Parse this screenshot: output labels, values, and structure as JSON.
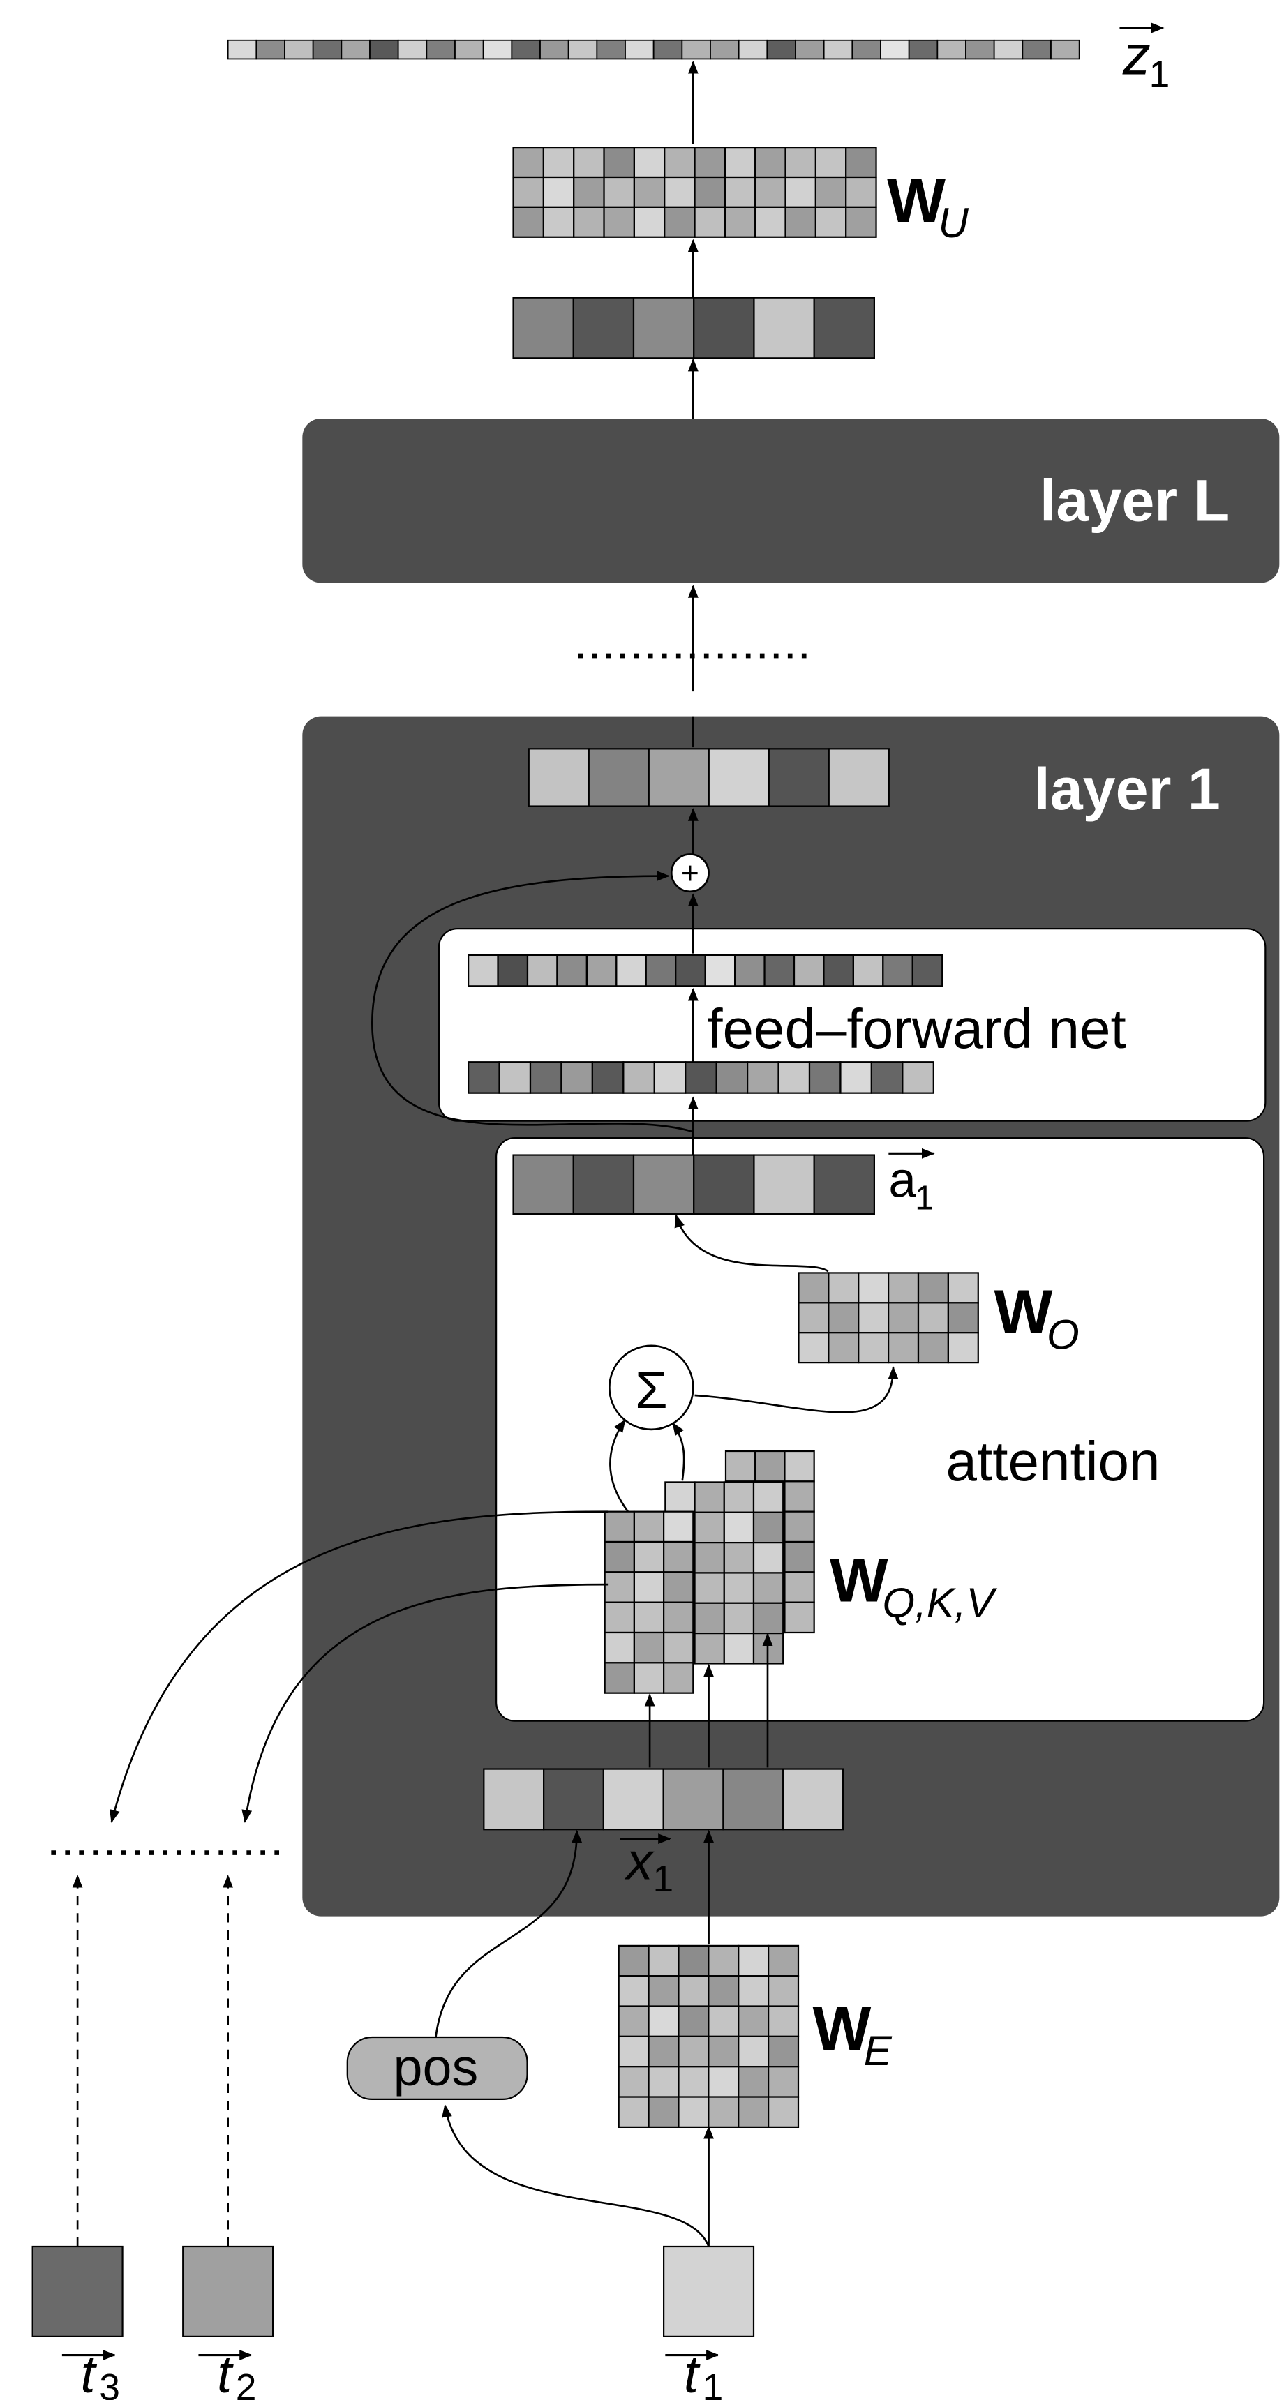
{
  "labels": {
    "output": "z",
    "output_sub": "1",
    "unembed_matrix": "W",
    "unembed_sub": "U",
    "layer_last": "layer L",
    "layer_first": "layer 1",
    "plus": "+",
    "ffn": "feed–forward net",
    "attn_out": "a",
    "attn_out_sub": "1",
    "out_matrix": "W",
    "out_sub": "O",
    "sigma": "Σ",
    "attention": "attention",
    "qkv_matrix": "W",
    "qkv_sub": "Q,K,V",
    "embed_vec": "x",
    "embed_vec_sub": "1",
    "embed_matrix": "W",
    "embed_sub": "E",
    "pos": "pos",
    "token1": "t",
    "token1_sub": "1",
    "token2": "t",
    "token2_sub": "2",
    "token3": "t",
    "token3_sub": "3"
  },
  "colors": {
    "layer_block": "#4d4d4d",
    "panel": "#ffffff",
    "token1": "#d3d3d3",
    "token2": "#a0a0a0",
    "token3": "#6a6a6a",
    "pos_pill": "#b4b4b4"
  },
  "cell_shades": {
    "output_vector": [
      "#d9d9d9",
      "#8c8c8c",
      "#bfbfbf",
      "#6e6e6e",
      "#a6a6a6",
      "#595959",
      "#cfcfcf",
      "#7f7f7f",
      "#b3b3b3",
      "#e0e0e0",
      "#666666",
      "#999999",
      "#c7c7c7",
      "#808080",
      "#d9d9d9",
      "#737373",
      "#b3b3b3",
      "#a0a0a0",
      "#d4d4d4",
      "#5e5e5e",
      "#9e9e9e",
      "#cccccc",
      "#878787",
      "#e3e3e3",
      "#6b6b6b",
      "#b8b8b8",
      "#939393",
      "#d1d1d1",
      "#7a7a7a",
      "#adadad",
      "#c4c4c4",
      "#616161",
      "#a3a3a3",
      "#dbdbdb",
      "#8a8a8a",
      "#bdbdbd",
      "#707070",
      "#d6d6d6",
      "#969696",
      "#c9c9c9",
      "#7d7d7d",
      "#b0b0b0",
      "#e6e6e6",
      "#636363",
      "#a8a8a8",
      "#cfcfcf",
      "#858585",
      "#bababa",
      "#6e6e6e",
      "#9c9c9c",
      "#d9d9d9",
      "#777777",
      "#c2c2c2",
      "#8f8f8f",
      "#e0e0e0",
      "#696969",
      "#ababab",
      "#d4d4d4",
      "#828282",
      "#b5b5b5"
    ],
    "unembed_matrix": [
      "#a6a6a6",
      "#c8c8c8",
      "#bfbfbf",
      "#8c8c8c",
      "#d4d4d4",
      "#b3b3b3",
      "#9a9a9a",
      "#cccccc",
      "#a0a0a0",
      "#bababa",
      "#c4c4c4",
      "#8f8f8f",
      "#b5b5b5",
      "#d9d9d9",
      "#9e9e9e",
      "#bdbdbd",
      "#a8a8a8",
      "#cfcfcf",
      "#939393",
      "#c2c2c2",
      "#b0b0b0",
      "#d1d1d1",
      "#a3a3a3",
      "#b8b8b8",
      "#999999",
      "#c9c9c9",
      "#b3b3b3",
      "#a6a6a6",
      "#d6d6d6",
      "#969696",
      "#bfbfbf",
      "#adadad",
      "#cccccc",
      "#9c9c9c",
      "#c4c4c4",
      "#a0a0a0"
    ],
    "hidden_vector_top": [
      "#858585",
      "#575757",
      "#8a8a8a",
      "#525252",
      "#c6c6c6",
      "#555555"
    ],
    "layer1_output": [
      "#c3c3c3",
      "#838383",
      "#a3a3a3",
      "#d2d2d2",
      "#545454",
      "#c6c6c6"
    ],
    "ffn_top": [
      "#cccccc",
      "#4f4f4f",
      "#bdbdbd",
      "#8c8c8c",
      "#a3a3a3",
      "#d4d4d4",
      "#777777",
      "#555555",
      "#e0e0e0",
      "#8f8f8f",
      "#666666",
      "#b3b3b3",
      "#575757",
      "#c2c2c2",
      "#7a7a7a",
      "#5c5c5c"
    ],
    "ffn_bottom": [
      "#5f5f5f",
      "#c2c2c2",
      "#6e6e6e",
      "#9a9a9a",
      "#595959",
      "#b8b8b8",
      "#d4d4d4",
      "#565656",
      "#8c8c8c",
      "#a6a6a6",
      "#c9c9c9",
      "#777777",
      "#d9d9d9",
      "#666666",
      "#bfbfbf"
    ],
    "attn_out_vector": [
      "#858585",
      "#575757",
      "#8a8a8a",
      "#525252",
      "#c6c6c6",
      "#555555"
    ],
    "out_matrix": [
      "#a6a6a6",
      "#c2c2c2",
      "#d6d6d6",
      "#b3b3b3",
      "#9a9a9a",
      "#c9c9c9",
      "#b8b8b8",
      "#a0a0a0",
      "#cccccc",
      "#a8a8a8",
      "#bdbdbd",
      "#939393",
      "#cfcfcf",
      "#adadad",
      "#c4c4c4",
      "#b0b0b0",
      "#a3a3a3",
      "#d1d1d1"
    ],
    "qkv_matrix": [
      "#b8b8b8",
      "#a0a0a0",
      "#c9c9c9",
      "#9a9a9a",
      "#d4d4d4",
      "#adadad",
      "#bfbfbf",
      "#cccccc",
      "#a6a6a6",
      "#b3b3b3",
      "#d9d9d9",
      "#969696",
      "#c4c4c4",
      "#a8a8a8",
      "#b5b5b5",
      "#d1d1d1",
      "#9e9e9e",
      "#bababa",
      "#c2c2c2",
      "#ababab",
      "#cfcfcf",
      "#a3a3a3",
      "#bdbdbd",
      "#999999",
      "#c7c7c7",
      "#b0b0b0",
      "#d6d6d6",
      "#a1a1a1",
      "#bcbcbc",
      "#c8c8c8"
    ],
    "embed_vector": [
      "#c6c6c6",
      "#545454",
      "#d0d0d0",
      "#9e9e9e",
      "#878787",
      "#cbcbcb"
    ],
    "embed_matrix": [
      "#9a9a9a",
      "#c2c2c2",
      "#8c8c8c",
      "#b3b3b3",
      "#d4d4d4",
      "#a6a6a6",
      "#c9c9c9",
      "#a0a0a0",
      "#bdbdbd",
      "#999999",
      "#cccccc",
      "#b8b8b8",
      "#adadad",
      "#d9d9d9",
      "#939393",
      "#c4c4c4",
      "#a8a8a8",
      "#bfbfbf",
      "#cfcfcf",
      "#9e9e9e",
      "#b5b5b5",
      "#a3a3a3",
      "#d1d1d1",
      "#969696",
      "#bababa",
      "#c7c7c7",
      "#abababab",
      "#d6d6d6",
      "#a1a1a1",
      "#b0b0b0",
      "#c2c2c2",
      "#9c9c9c",
      "#cccccc",
      "#b3b3b3",
      "#a6a6a6",
      "#bfbfbf",
      "#d4d4d4",
      "#999999",
      "#c9c9c9",
      "#adadad",
      "#b8b8b8",
      "#a0a0a0"
    ]
  }
}
